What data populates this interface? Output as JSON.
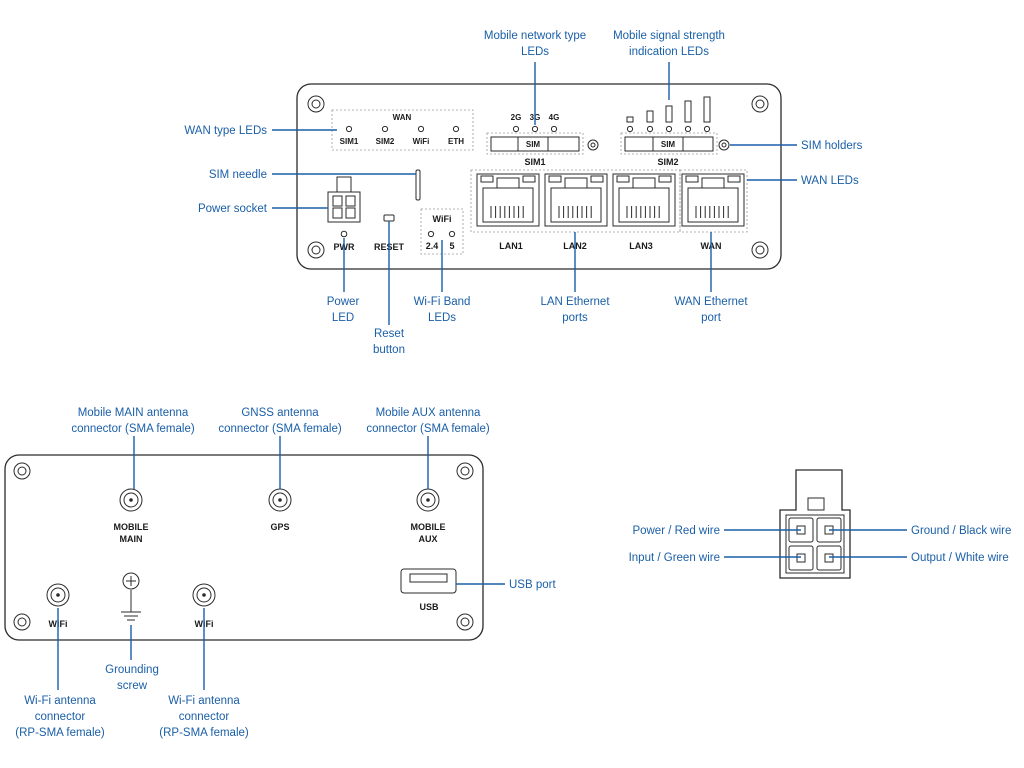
{
  "front_panel": {
    "device_text": {
      "wan_group": "WAN",
      "sim1_led": "SIM1",
      "sim2_led": "SIM2",
      "wifi_led": "WiFi",
      "eth_led": "ETH",
      "net_2g": "2G",
      "net_3g": "3G",
      "net_4g": "4G",
      "sim_slot": "SIM",
      "sim1": "SIM1",
      "sim2": "SIM2",
      "pwr": "PWR",
      "reset": "RESET",
      "wifi_band_title": "WiFi",
      "band_24": "2.4",
      "band_5": "5",
      "lan1": "LAN1",
      "lan2": "LAN2",
      "lan3": "LAN3",
      "wan": "WAN"
    },
    "callouts": {
      "mobile_network_type": [
        "Mobile network type",
        "LEDs"
      ],
      "mobile_signal_strength": [
        "Mobile signal strength",
        "indication LEDs"
      ],
      "wan_type_leds": "WAN type LEDs",
      "sim_holders": "SIM holders",
      "sim_needle": "SIM needle",
      "wan_leds": "WAN LEDs",
      "power_socket": "Power socket",
      "power_led": [
        "Power",
        "LED"
      ],
      "reset_button": [
        "Reset",
        "button"
      ],
      "wifi_band_leds": [
        "Wi-Fi Band",
        "LEDs"
      ],
      "lan_ethernet_ports": [
        "LAN Ethernet",
        "ports"
      ],
      "wan_ethernet_port": [
        "WAN Ethernet",
        "port"
      ]
    }
  },
  "rear_panel": {
    "device_text": {
      "mobile_main": [
        "MOBILE",
        "MAIN"
      ],
      "gps": "GPS",
      "mobile_aux": [
        "MOBILE",
        "AUX"
      ],
      "wifi_left": "WiFi",
      "wifi_right": "WiFi",
      "usb": "USB"
    },
    "callouts": {
      "mobile_main_antenna": [
        "Mobile MAIN antenna",
        "connector (SMA female)"
      ],
      "gnss_antenna": [
        "GNSS antenna",
        "connector (SMA female)"
      ],
      "mobile_aux_antenna": [
        "Mobile AUX antenna",
        "connector (SMA female)"
      ],
      "usb_port": "USB port",
      "grounding_screw": [
        "Grounding",
        "screw"
      ],
      "wifi_antenna_left": [
        "Wi-Fi antenna",
        "connector",
        "(RP-SMA female)"
      ],
      "wifi_antenna_right": [
        "Wi-Fi antenna",
        "connector",
        "(RP-SMA female)"
      ]
    }
  },
  "power_connector": {
    "callouts": {
      "power_red": "Power / Red wire",
      "input_green": "Input / Green wire",
      "ground_black": "Ground / Black wire",
      "output_white": "Output / White wire"
    }
  },
  "colors": {
    "callout_text": "#1a5fa8",
    "leader_line": "#1a5fa8",
    "device_outline": "#2b2b2b",
    "device_text": "#1a1a1a"
  },
  "icons": [
    "screw-icon",
    "led-icon",
    "rj45-port-icon",
    "sim-slot-icon",
    "sma-connector-icon",
    "usb-port-icon",
    "ground-symbol-icon"
  ]
}
